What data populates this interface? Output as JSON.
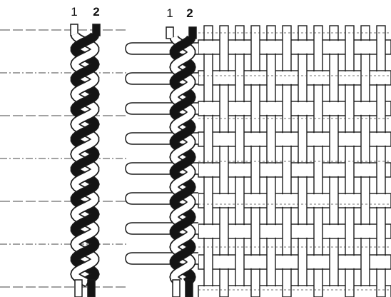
{
  "labels": {
    "left_strand_1": "1",
    "left_strand_2": "2",
    "right_strand_1": "1",
    "right_strand_2": "2"
  },
  "colors": {
    "dark_strand": "#141414",
    "light_strand_fill": "#ffffff",
    "outline": "#1a1a1a",
    "guide_line": "#444444"
  }
}
